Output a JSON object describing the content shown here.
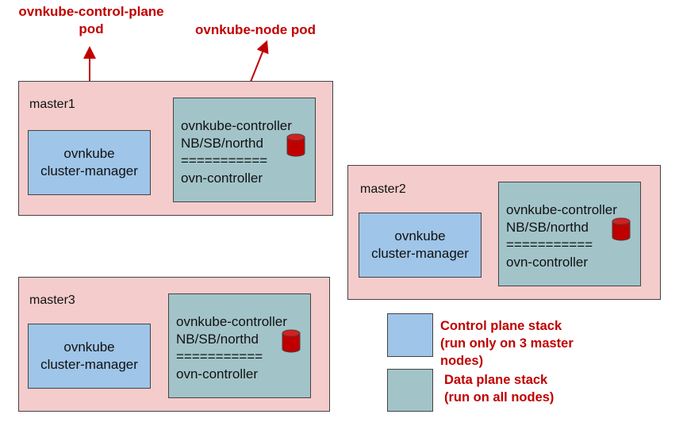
{
  "top_labels": {
    "control_plane_pod": [
      "ovnkube-control-plane",
      "pod"
    ],
    "node_pod": "ovnkube-node pod"
  },
  "masters": [
    {
      "name": "master1",
      "cluster_manager": [
        "ovnkube",
        "cluster-manager"
      ],
      "data_plane": [
        "ovnkube-controller",
        "NB/SB/northd",
        "===========",
        "ovn-controller"
      ]
    },
    {
      "name": "master2",
      "cluster_manager": [
        "ovnkube",
        "cluster-manager"
      ],
      "data_plane": [
        "ovnkube-controller",
        "NB/SB/northd",
        "===========",
        "ovn-controller"
      ]
    },
    {
      "name": "master3",
      "cluster_manager": [
        "ovnkube",
        "cluster-manager"
      ],
      "data_plane": [
        "ovnkube-controller",
        "NB/SB/northd",
        "===========",
        "ovn-controller"
      ]
    }
  ],
  "legend": [
    {
      "lines": [
        "Control plane stack",
        "(run only on 3 master",
        "nodes)"
      ],
      "color": "#9fc5e8"
    },
    {
      "lines": [
        "Data plane stack",
        "(run on all nodes)"
      ],
      "color": "#a2c4c9"
    }
  ],
  "colors": {
    "master_bg": "#f4cccc",
    "control_plane": "#9fc5e8",
    "data_plane": "#a2c4c9",
    "accent_red": "#c00000",
    "database": "#c00000"
  },
  "icons": {
    "database": "database-icon"
  }
}
